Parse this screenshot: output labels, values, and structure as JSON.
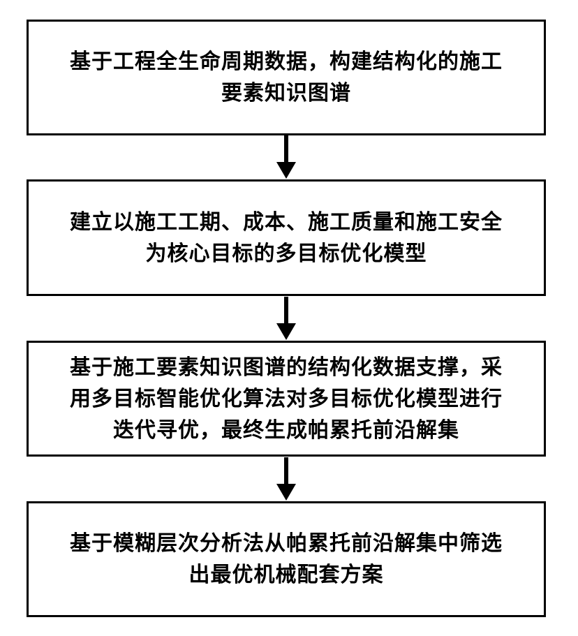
{
  "diagram": {
    "type": "flowchart",
    "direction": "top-down",
    "box_border_color": "#000000",
    "background_color": "#ffffff",
    "steps": [
      {
        "id": 1,
        "text": "基于工程全生命周期数据，构建结构化的施工\n要素知识图谱"
      },
      {
        "id": 2,
        "text": "建立以施工工期、成本、施工质量和施工安全\n为核心目标的多目标优化模型"
      },
      {
        "id": 3,
        "text": "基于施工要素知识图谱的结构化数据支撑，采\n用多目标智能优化算法对多目标优化模型进行\n迭代寻优，最终生成帕累托前沿解集"
      },
      {
        "id": 4,
        "text": "基于模糊层次分析法从帕累托前沿解集中筛选\n出最优机械配套方案"
      }
    ],
    "connectors": [
      {
        "from": 1,
        "to": 2,
        "style": "solid-arrow-down"
      },
      {
        "from": 2,
        "to": 3,
        "style": "solid-arrow-down"
      },
      {
        "from": 3,
        "to": 4,
        "style": "solid-arrow-down"
      }
    ]
  }
}
